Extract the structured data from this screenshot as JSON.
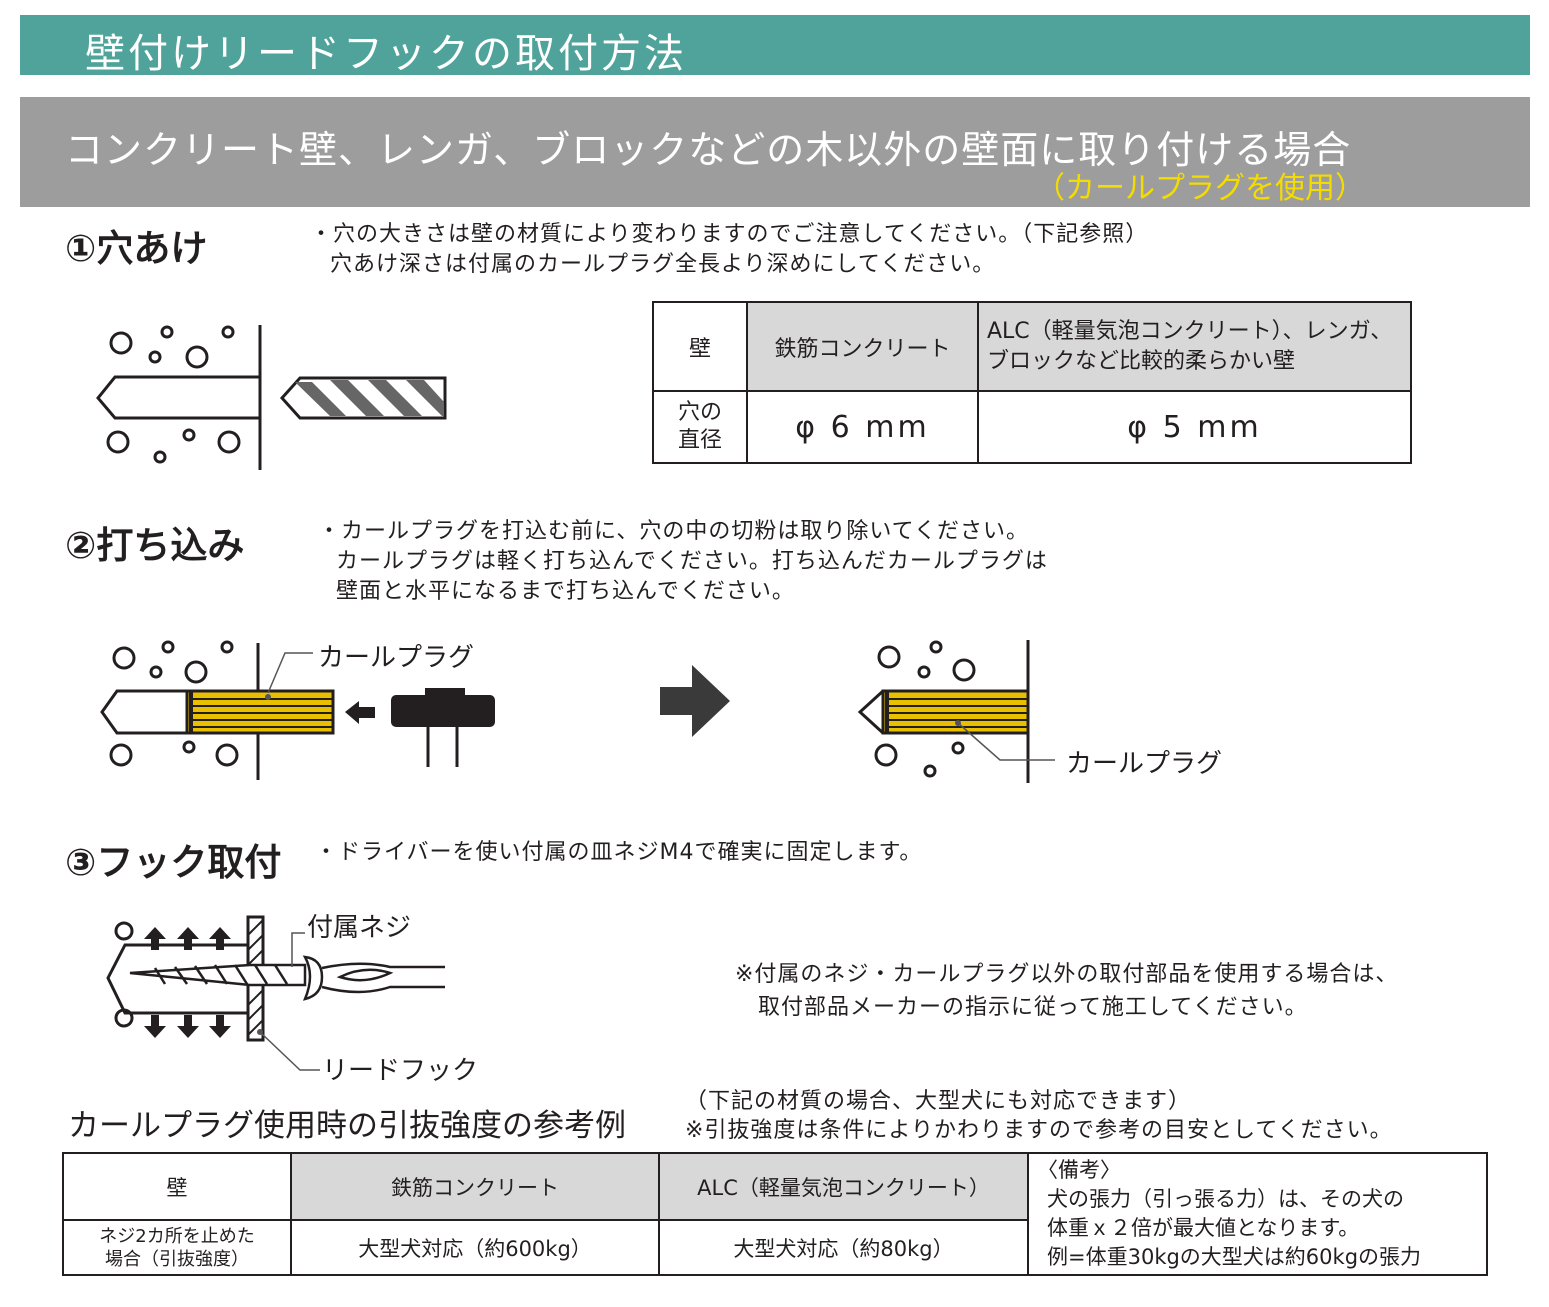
{
  "header": {
    "title": "壁付けリードフックの取付方法"
  },
  "banner": {
    "title": "コンクリート壁、レンガ、ブロックなどの木以外の壁面に取り付ける場合",
    "subtitle": "（カールプラグを使用）"
  },
  "step1": {
    "heading": "①穴あけ",
    "notes": [
      "・穴の大きさは壁の材質により変わりますのでご注意してください。（下記参照）",
      "穴あけ深さは付属のカールプラグ全長より深めにしてください。"
    ]
  },
  "hole_table": {
    "header": [
      "壁",
      "鉄筋コンクリート",
      "ALC（軽量気泡コンクリート）、レンガ、",
      "ブロックなど比較的柔らかい壁"
    ],
    "row_label": [
      "穴の",
      "直径"
    ],
    "values": [
      "φ 6 mm",
      "φ 5 mm"
    ]
  },
  "step2": {
    "heading": "②打ち込み",
    "notes": [
      "・カールプラグを打込む前に、穴の中の切粉は取り除いてください。",
      "カールプラグは軽く打ち込んでください。打ち込んだカールプラグは",
      "壁面と水平になるまで打ち込んでください。"
    ],
    "label_plug_left": "カールプラグ",
    "label_plug_right": "カールプラグ"
  },
  "step3": {
    "heading": "③フック取付",
    "note": "・ドライバーを使い付属の皿ネジM4で確実に固定します。",
    "label_screw": "付属ネジ",
    "label_hook": "リードフック",
    "caution": [
      "※付属のネジ・カールプラグ以外の取付部品を使用する場合は、",
      "取付部品メーカーの指示に従って施工してください。"
    ]
  },
  "strength": {
    "heading": "カールプラグ使用時の引抜強度の参考例",
    "notes": [
      "（下記の材質の場合、大型犬にも対応できます）",
      "※引抜強度は条件によりかわりますので参考の目安としてください。"
    ],
    "header": [
      "壁",
      "鉄筋コンクリート",
      "ALC（軽量気泡コンクリート）"
    ],
    "row_label": [
      "ネジ2カ所を止めた",
      "場合（引抜強度）"
    ],
    "values": [
      "大型犬対応（約600kg）",
      "大型犬対応（約80kg）"
    ],
    "remarks": [
      "〈備考〉",
      "犬の張力（引っ張る力）は、その犬の",
      "体重ｘ２倍が最大値となります。",
      "例=体重30kgの大型犬は約60kgの張力"
    ]
  },
  "colors": {
    "teal": "#4fa39a",
    "gray": "#9d9d9d",
    "yellow": "#f5dc00",
    "plug": "#e8c000"
  }
}
